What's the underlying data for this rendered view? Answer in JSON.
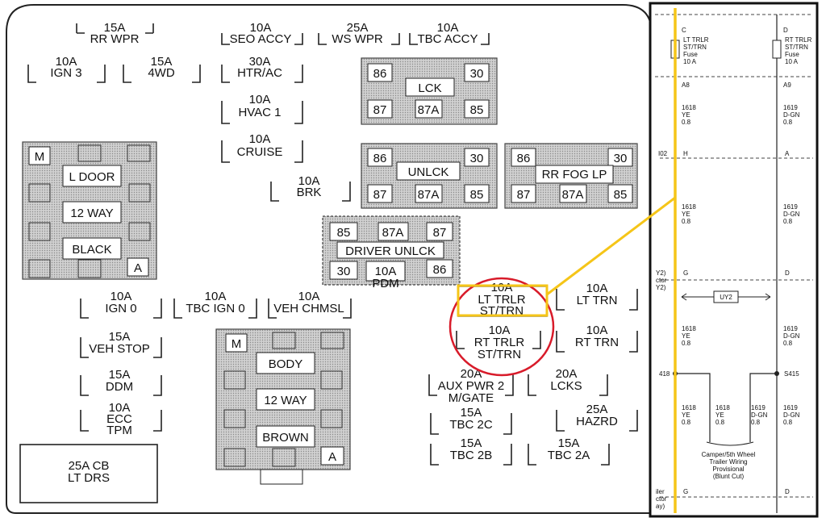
{
  "fuses": [
    {
      "id": "rr-wpr",
      "lines": [
        "15A",
        "RR WPR"
      ]
    },
    {
      "id": "seo-accy",
      "lines": [
        "10A",
        "SEO ACCY"
      ]
    },
    {
      "id": "ws-wpr",
      "lines": [
        "25A",
        "WS WPR"
      ]
    },
    {
      "id": "tbc-accy",
      "lines": [
        "10A",
        "TBC ACCY"
      ]
    },
    {
      "id": "ign-3",
      "lines": [
        "10A",
        "IGN 3"
      ]
    },
    {
      "id": "4wd",
      "lines": [
        "15A",
        "4WD"
      ]
    },
    {
      "id": "htr-ac",
      "lines": [
        "30A",
        "HTR/AC"
      ]
    },
    {
      "id": "hvac-1",
      "lines": [
        "10A",
        "HVAC 1"
      ]
    },
    {
      "id": "cruise",
      "lines": [
        "10A",
        "CRUISE"
      ]
    },
    {
      "id": "brk",
      "lines": [
        "10A",
        "BRK"
      ]
    },
    {
      "id": "ign-0",
      "lines": [
        "10A",
        "IGN 0"
      ]
    },
    {
      "id": "tbc-ign-0",
      "lines": [
        "10A",
        "TBC IGN 0"
      ]
    },
    {
      "id": "veh-chmsl",
      "lines": [
        "10A",
        "VEH CHMSL"
      ]
    },
    {
      "id": "veh-stop",
      "lines": [
        "15A",
        "VEH STOP"
      ]
    },
    {
      "id": "ddm",
      "lines": [
        "15A",
        "DDM"
      ]
    },
    {
      "id": "ecc-tpm",
      "lines": [
        "10A",
        "ECC",
        "TPM"
      ]
    },
    {
      "id": "lt-trlr",
      "lines": [
        "10A",
        "LT TRLR",
        "ST/TRN"
      ]
    },
    {
      "id": "rt-trlr",
      "lines": [
        "10A",
        "RT TRLR",
        "ST/TRN"
      ]
    },
    {
      "id": "lt-trn",
      "lines": [
        "10A",
        "LT TRN"
      ]
    },
    {
      "id": "rt-trn",
      "lines": [
        "10A",
        "RT TRN"
      ]
    },
    {
      "id": "aux-pwr",
      "lines": [
        "20A",
        "AUX PWR 2",
        "M/GATE"
      ]
    },
    {
      "id": "lcks",
      "lines": [
        "20A",
        "LCKS"
      ]
    },
    {
      "id": "tbc-2c",
      "lines": [
        "15A",
        "TBC 2C"
      ]
    },
    {
      "id": "hazrd",
      "lines": [
        "25A",
        "HAZRD"
      ]
    },
    {
      "id": "tbc-2b",
      "lines": [
        "15A",
        "TBC 2B"
      ]
    },
    {
      "id": "tbc-2a",
      "lines": [
        "15A",
        "TBC 2A"
      ]
    }
  ],
  "circuit_breaker": {
    "lines": [
      "25A CB",
      "LT DRS"
    ]
  },
  "relays": {
    "lck": {
      "name": "LCK",
      "pins": [
        "86",
        "30",
        "87",
        "87A",
        "85"
      ]
    },
    "unlck": {
      "name": "UNLCK",
      "pins": [
        "86",
        "30",
        "87",
        "87A",
        "85"
      ]
    },
    "rr_fog": {
      "name": "RR FOG LP",
      "pins": [
        "86",
        "30",
        "87",
        "87A",
        "85"
      ]
    },
    "driver_unlck": {
      "name": "DRIVER UNLCK",
      "pins": [
        "85",
        "87A",
        "87",
        "30",
        "86"
      ],
      "fuse": [
        "10A",
        "PDM"
      ]
    }
  },
  "connectors": {
    "l_door": {
      "labels": [
        "L DOOR",
        "12 WAY",
        "BLACK"
      ],
      "m": "M",
      "a": "A"
    },
    "body": {
      "labels": [
        "BODY",
        "12 WAY",
        "BROWN"
      ],
      "m": "M",
      "a": "A"
    }
  },
  "schematic": {
    "top_pins": [
      "C",
      "D"
    ],
    "fuse_left": [
      "LT TRLR",
      "ST/TRN",
      "Fuse",
      "10 A"
    ],
    "fuse_right": [
      "RT TRLR",
      "ST/TRN",
      "Fuse",
      "10 A"
    ],
    "cav_left": "A8",
    "cav_right": "A9",
    "wire1_left": [
      "1618",
      "YE",
      "0.8"
    ],
    "wire1_right": [
      "1619",
      "D-GN",
      "0.8"
    ],
    "conn_i02": "I02",
    "h": "H",
    "a": "A",
    "wire2_left": [
      "1618",
      "YE",
      "0.8"
    ],
    "wire2_right": [
      "1619",
      "D-GN",
      "0.8"
    ],
    "y2a": "Y2)",
    "y2b": "ctor",
    "y2c": "Y2)",
    "g": "G",
    "d": "D",
    "uy2": "UY2",
    "wire3_left": [
      "1618",
      "YE",
      "0.8"
    ],
    "wire3_right": [
      "1619",
      "D-GN",
      "0.8"
    ],
    "s418": "418",
    "s415": "S415",
    "b_l1": [
      "1618",
      "YE",
      "0.8"
    ],
    "b_l2": [
      "1618",
      "YE",
      "0.8"
    ],
    "b_r1": [
      "1619",
      "D-GN",
      "0.8"
    ],
    "b_r2": [
      "1619",
      "D-GN",
      "0.8"
    ],
    "camper": [
      "Camper/5th Wheel",
      "Trailer Wiring",
      "Provisional",
      "(Blunt Cut)"
    ],
    "bot_l": [
      "iler",
      "ctor",
      "ay)"
    ],
    "bot_g": "G",
    "bot_d": "D"
  },
  "colors": {
    "highlight": "#f5c518",
    "circle": "#d81b2a",
    "screen": "#c9c9c9",
    "ink": "#111111"
  }
}
